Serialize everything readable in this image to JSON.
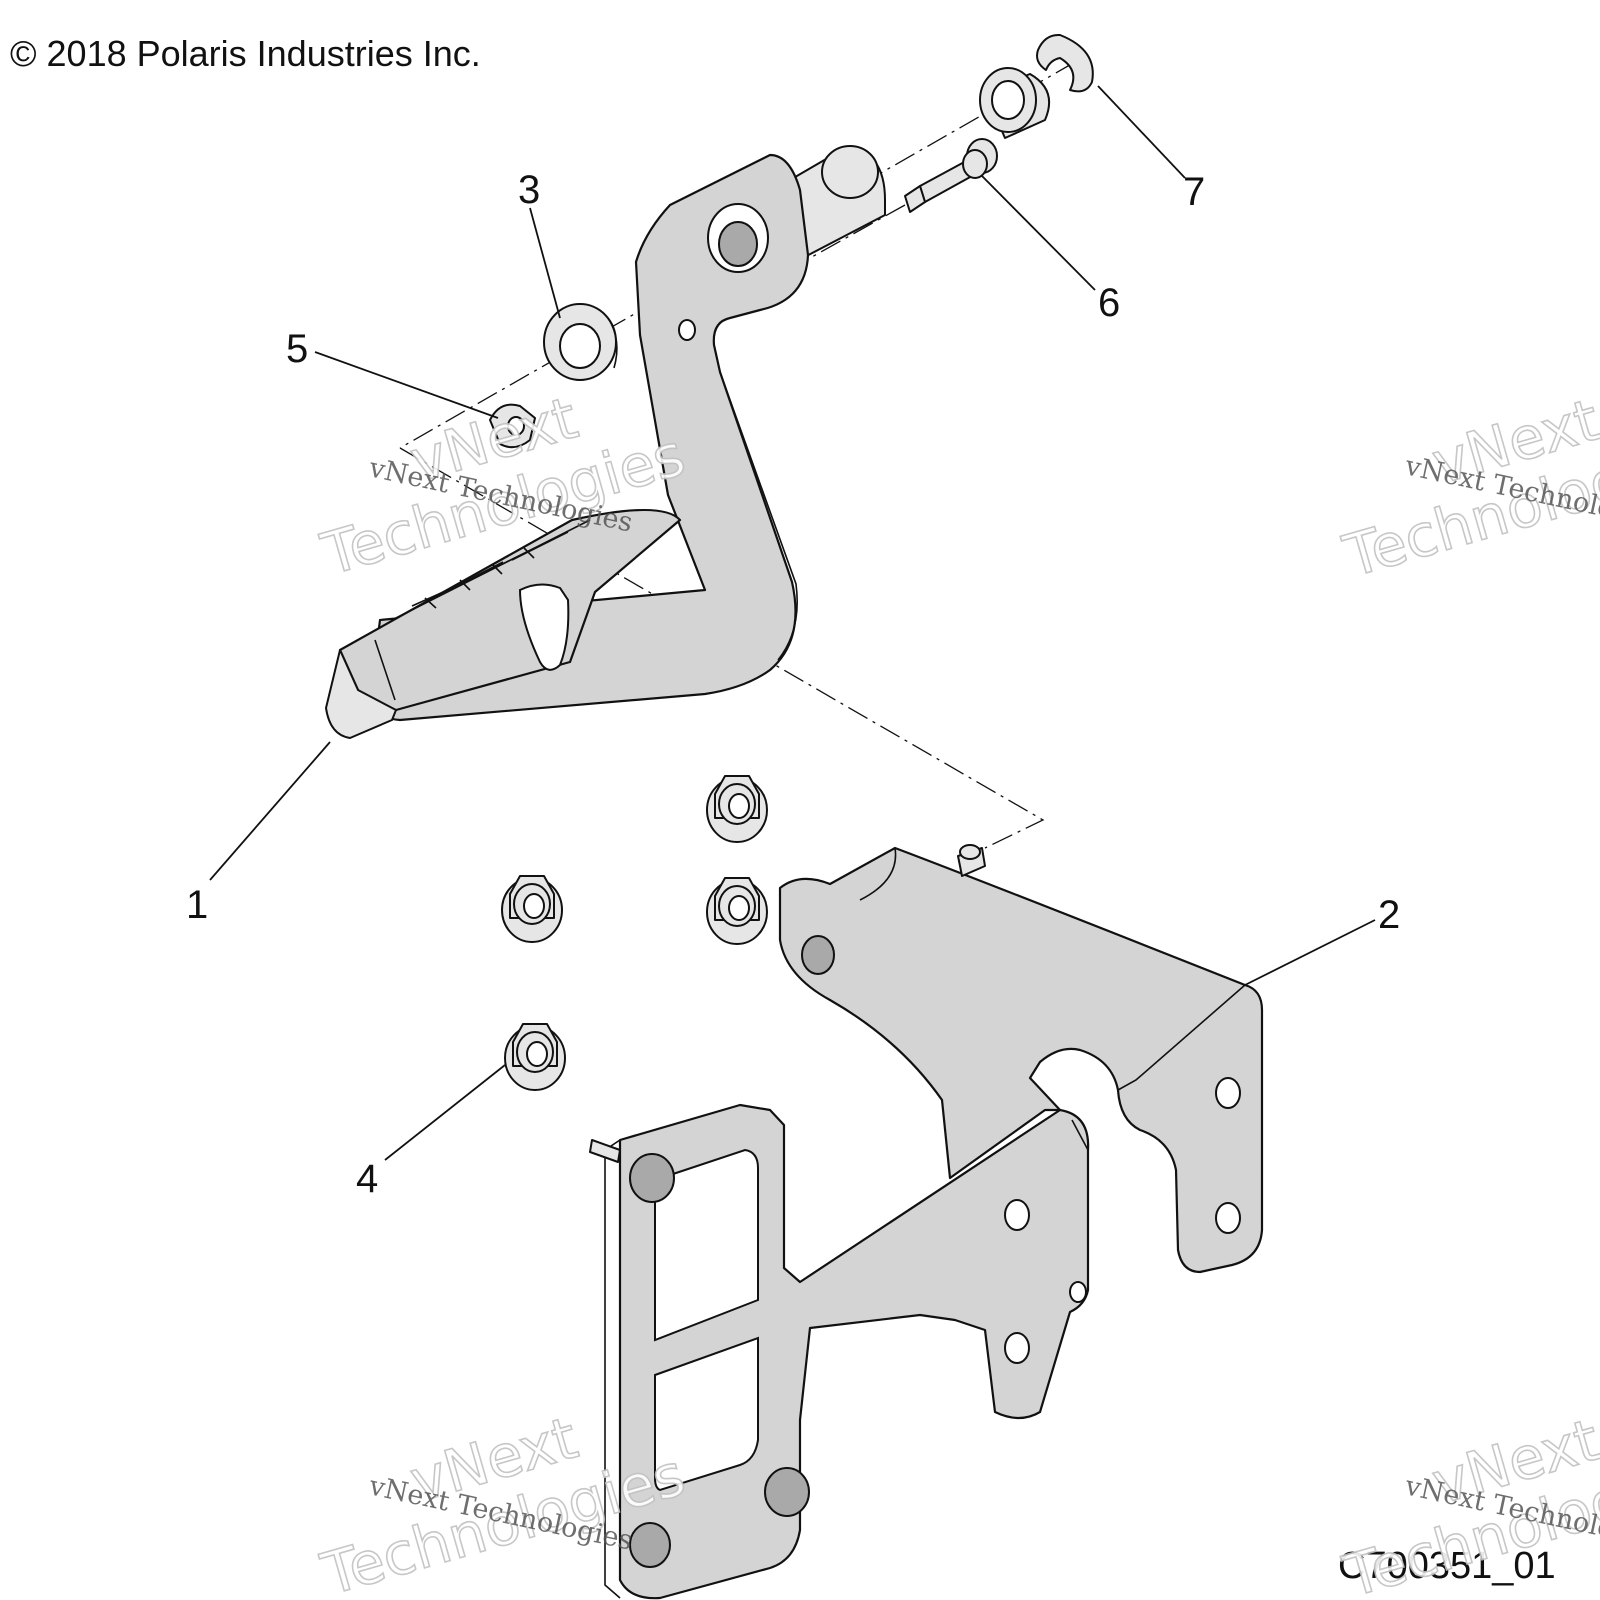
{
  "copyright": "© 2018 Polaris Industries Inc.",
  "figure_id": "C700351_01",
  "callouts": [
    "1",
    "2",
    "3",
    "4",
    "5",
    "6",
    "7"
  ],
  "watermark": {
    "line_small": "vNext Technologies",
    "line_top": "vNext",
    "line_bottom": "Technologies"
  }
}
